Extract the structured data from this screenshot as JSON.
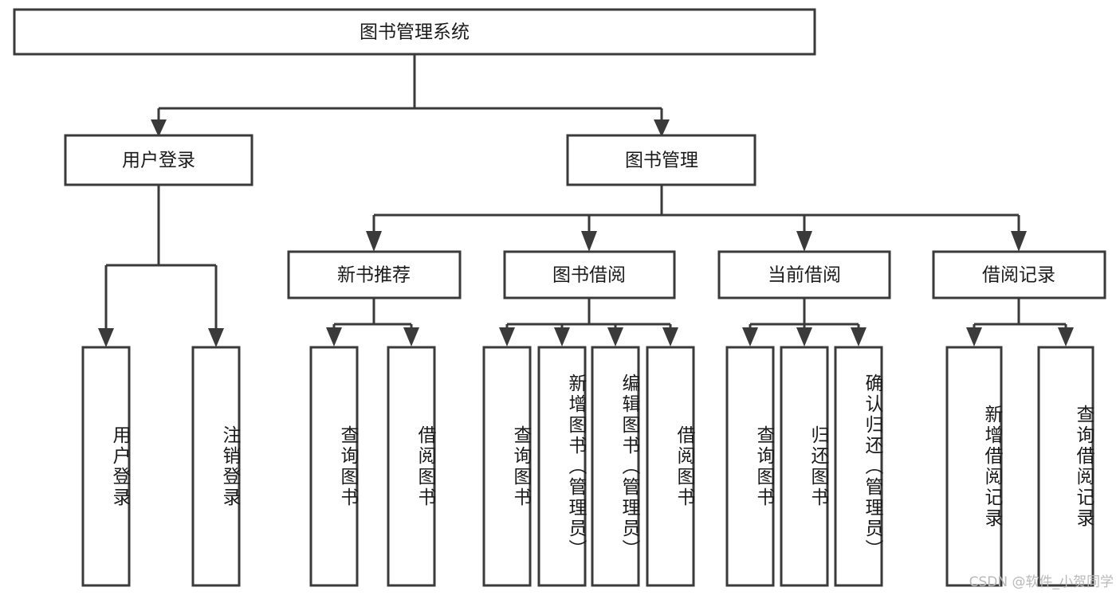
{
  "diagram": {
    "type": "tree",
    "title": "图书管理系统",
    "watermark": "CSDN @软件_小贺同学",
    "colors": {
      "background": "#ffffff",
      "stroke": "#3a3a3a",
      "text": "#1a1a1a",
      "watermark": "#b9b9b9"
    },
    "nodes": {
      "root": {
        "label": "图书管理系统",
        "level": 1,
        "orientation": "horizontal"
      },
      "user_login": {
        "label": "用户登录",
        "level": 2,
        "orientation": "horizontal"
      },
      "book_manage": {
        "label": "图书管理",
        "level": 2,
        "orientation": "horizontal"
      },
      "new_book_rec": {
        "label": "新书推荐",
        "level": 3,
        "orientation": "horizontal"
      },
      "book_borrow": {
        "label": "图书借阅",
        "level": 3,
        "orientation": "horizontal"
      },
      "current_borrow": {
        "label": "当前借阅",
        "level": 3,
        "orientation": "horizontal"
      },
      "borrow_record": {
        "label": "借阅记录",
        "level": 3,
        "orientation": "horizontal"
      },
      "leaf_user_login": {
        "label": "用户登录",
        "level": 4,
        "orientation": "vertical",
        "parent": "用户登录"
      },
      "leaf_user_logout": {
        "label": "注销登录",
        "level": 4,
        "orientation": "vertical",
        "parent": "用户登录"
      },
      "leaf_query_book_1": {
        "label": "查询图书",
        "level": 4,
        "orientation": "vertical",
        "parent": "新书推荐"
      },
      "leaf_borrow_book_1": {
        "label": "借阅图书",
        "level": 4,
        "orientation": "vertical",
        "parent": "新书推荐"
      },
      "leaf_query_book_2": {
        "label": "查询图书",
        "level": 4,
        "orientation": "vertical",
        "parent": "图书借阅"
      },
      "leaf_add_book": {
        "label": "新增图书（管理员）",
        "level": 4,
        "orientation": "vertical",
        "parent": "图书借阅"
      },
      "leaf_edit_book": {
        "label": "编辑图书（管理员）",
        "level": 4,
        "orientation": "vertical",
        "parent": "图书借阅"
      },
      "leaf_borrow_book_2": {
        "label": "借阅图书",
        "level": 4,
        "orientation": "vertical",
        "parent": "图书借阅"
      },
      "leaf_query_book_3": {
        "label": "查询图书",
        "level": 4,
        "orientation": "vertical",
        "parent": "当前借阅"
      },
      "leaf_return_book": {
        "label": "归还图书",
        "level": 4,
        "orientation": "vertical",
        "parent": "当前借阅"
      },
      "leaf_confirm_return": {
        "label": "确认归还（管理员）",
        "level": 4,
        "orientation": "vertical",
        "parent": "当前借阅"
      },
      "leaf_add_record": {
        "label": "新增借阅记录",
        "level": 4,
        "orientation": "vertical",
        "parent": "借阅记录"
      },
      "leaf_query_record": {
        "label": "查询借阅记录",
        "level": 4,
        "orientation": "vertical",
        "parent": "借阅记录"
      }
    }
  }
}
